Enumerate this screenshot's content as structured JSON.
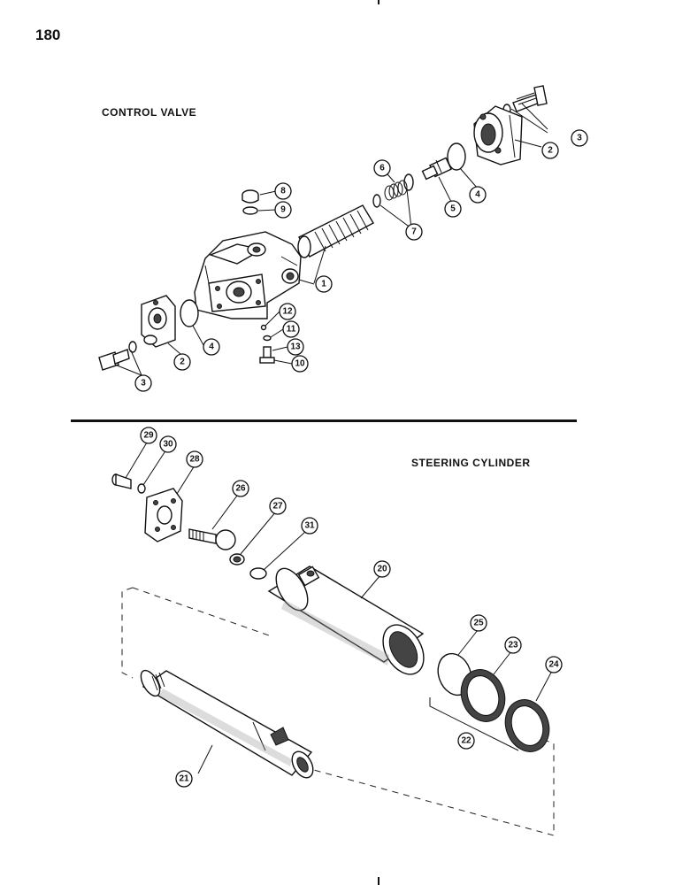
{
  "page": {
    "number": "180"
  },
  "sections": {
    "control_valve": {
      "title": "CONTROL VALVE"
    },
    "steering_cylinder": {
      "title": "STEERING CYLINDER"
    }
  },
  "callouts": {
    "control_valve": [
      "1",
      "2",
      "2",
      "3",
      "3",
      "4",
      "4",
      "5",
      "6",
      "7",
      "8",
      "9",
      "10",
      "11",
      "12",
      "13"
    ],
    "steering_cylinder": [
      "20",
      "21",
      "22",
      "23",
      "24",
      "25",
      "26",
      "27",
      "28",
      "29",
      "30",
      "31"
    ]
  }
}
